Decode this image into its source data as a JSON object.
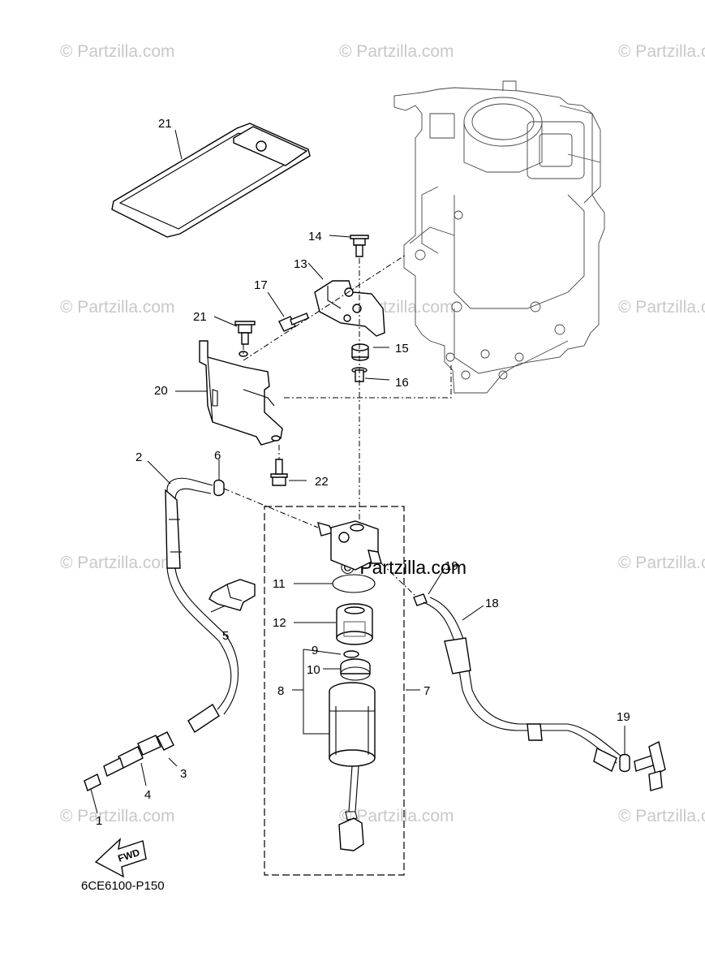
{
  "diagram": {
    "code": "6CE6100-P150",
    "fwd_label": "FWD",
    "watermark": "© Partzilla.com",
    "watermark_center": "© Partzilla.com",
    "callouts": [
      "1",
      "2",
      "3",
      "4",
      "5",
      "6",
      "7",
      "8",
      "9",
      "10",
      "11",
      "12",
      "13",
      "14",
      "15",
      "16",
      "17",
      "18",
      "19",
      "19",
      "20",
      "21",
      "21",
      "22"
    ]
  }
}
